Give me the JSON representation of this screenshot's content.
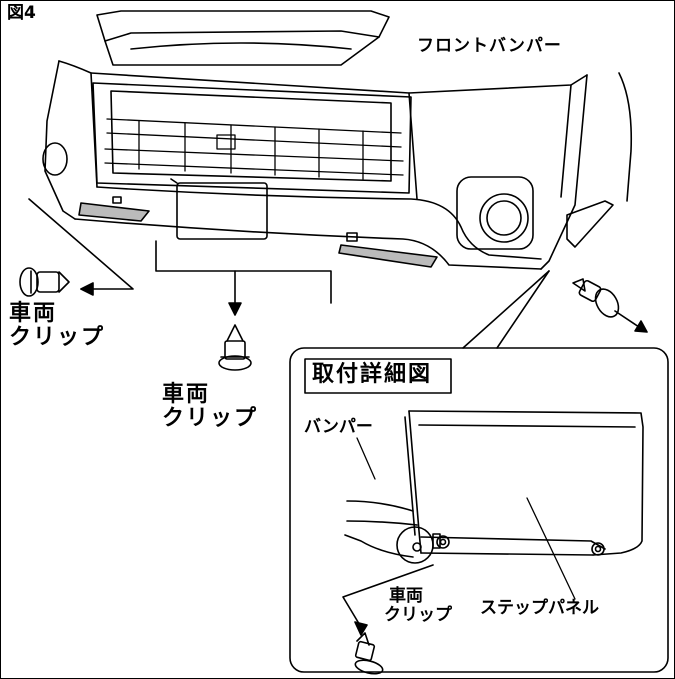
{
  "figure": {
    "label": "図4",
    "front_bumper": "フロントバンパー",
    "clip_left": {
      "line1": "車両",
      "line2": "クリップ"
    },
    "clip_center": {
      "line1": "車両",
      "line2": "クリップ"
    },
    "detail": {
      "title": "取付詳細図",
      "bumper": "バンパー",
      "step_panel": "ステップパネル",
      "clip": {
        "line1": "車両",
        "line2": "クリップ"
      }
    }
  }
}
